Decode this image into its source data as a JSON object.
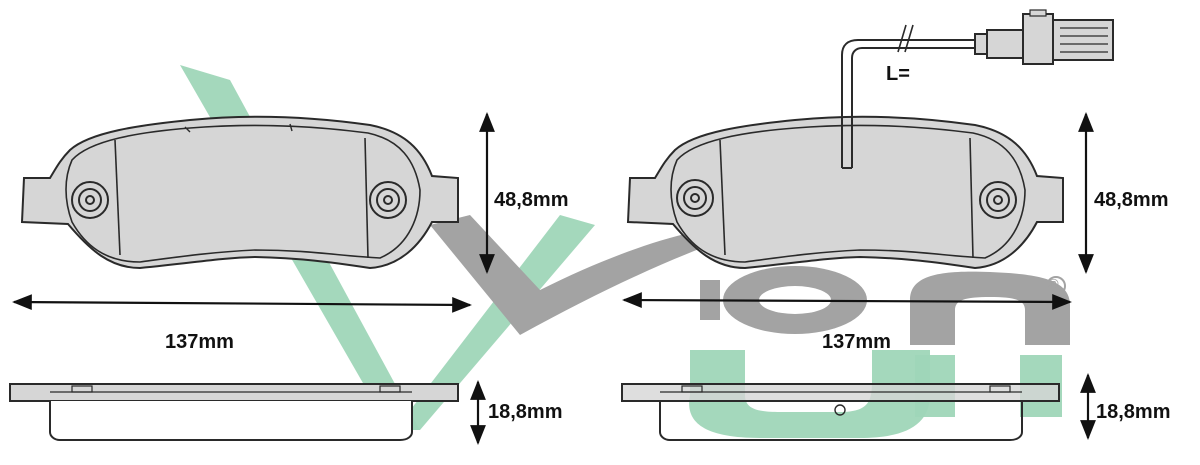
{
  "colors": {
    "pad_fill": "#d6d6d6",
    "outline": "#2a2a2a",
    "logo_green": "#9fd6b8",
    "logo_gray": "#a3a3a3",
    "dimension": "#111111"
  },
  "left_pad": {
    "width_label": "137mm",
    "height_label": "48,8mm",
    "thickness_label": "18,8mm"
  },
  "right_pad": {
    "width_label": "137mm",
    "height_label": "48,8mm",
    "thickness_label": "18,8mm",
    "wire_length_label": "L="
  },
  "logo": {
    "icon": "vgn-logo-watermark",
    "registered_mark": "®"
  }
}
